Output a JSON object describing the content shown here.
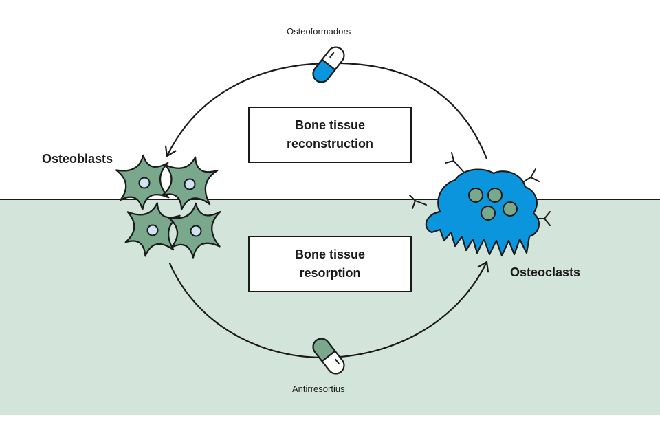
{
  "labels": {
    "osteoformadors": "Osteoformadors",
    "antirresortius": "Antirresortius",
    "osteoblasts": "Osteoblasts",
    "osteoclasts": "Osteoclasts"
  },
  "boxes": {
    "reconstruction": {
      "line1": "Bone tissue",
      "line2": "reconstruction"
    },
    "resorption": {
      "line1": "Bone tissue",
      "line2": "resorption"
    }
  },
  "colors": {
    "bone_fill": "#d3e4db",
    "outline": "#1a1a1a",
    "osteoblast_fill": "#7aa88c",
    "osteoblast_nucleus": "#cfe3f2",
    "osteoclast_fill": "#0a95dd",
    "osteoclast_nucleus": "#7aa88c",
    "pill_blue": "#0a95dd",
    "pill_green": "#7aa88c"
  },
  "icons": {
    "top_pill": "capsule-icon",
    "bottom_pill": "capsule-icon"
  }
}
